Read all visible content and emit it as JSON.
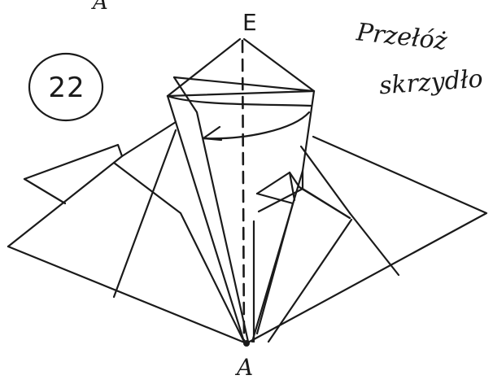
{
  "labels": {
    "top_left": "A",
    "top_center": "E",
    "bottom_center": "A"
  },
  "step": {
    "number": "22"
  },
  "instruction": {
    "line1": "Przełóż",
    "line2": "skrzydło"
  }
}
